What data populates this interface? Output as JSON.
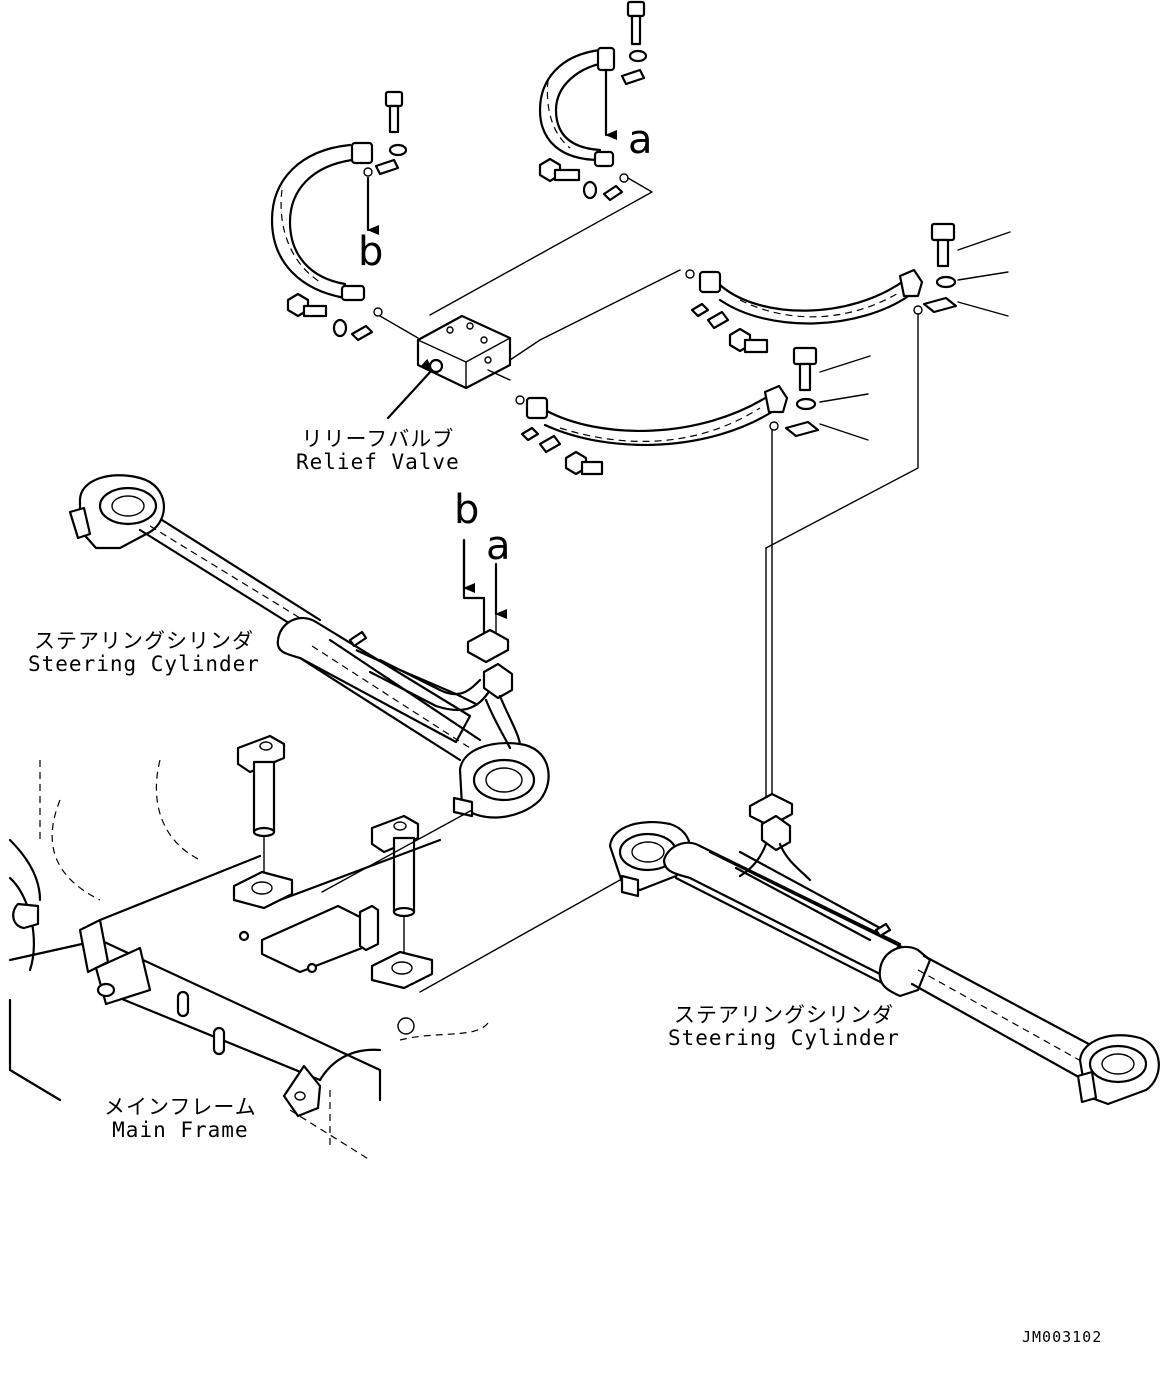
{
  "labels": {
    "relief_valve": {
      "jp": "リリーフバルブ",
      "en": "Relief Valve"
    },
    "steering_cylinder_left": {
      "jp": "ステアリングシリンダ",
      "en": "Steering Cylinder"
    },
    "steering_cylinder_right": {
      "jp": "ステアリングシリンダ",
      "en": "Steering Cylinder"
    },
    "main_frame": {
      "jp": "メインフレーム",
      "en": "Main Frame"
    }
  },
  "connection_letters": {
    "top_a": "a",
    "top_b": "b",
    "lower_b": "b",
    "lower_a": "a"
  },
  "drawing_code": "JM003102"
}
